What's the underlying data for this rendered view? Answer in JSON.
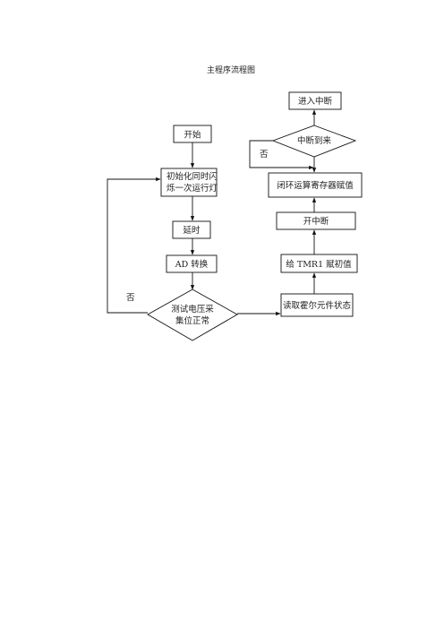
{
  "title": "主程序流程图",
  "nodes": {
    "start": "开始",
    "init_line1": "初始化同时闪",
    "init_line2": "烁一次运行灯",
    "delay": "延时",
    "ad": "AD 转换",
    "test_line1": "测试电压采",
    "test_line2": "集位正常",
    "read_hall": "读取霍尔元件状态",
    "tmr1": "给 TMR1 赋初值",
    "open_int": "开中断",
    "closed_loop": "闭环运算寄存器赋值",
    "int_arrive": "中断到来",
    "enter_int": "进入中断"
  },
  "labels": {
    "no_left": "否",
    "no_top": "否"
  }
}
